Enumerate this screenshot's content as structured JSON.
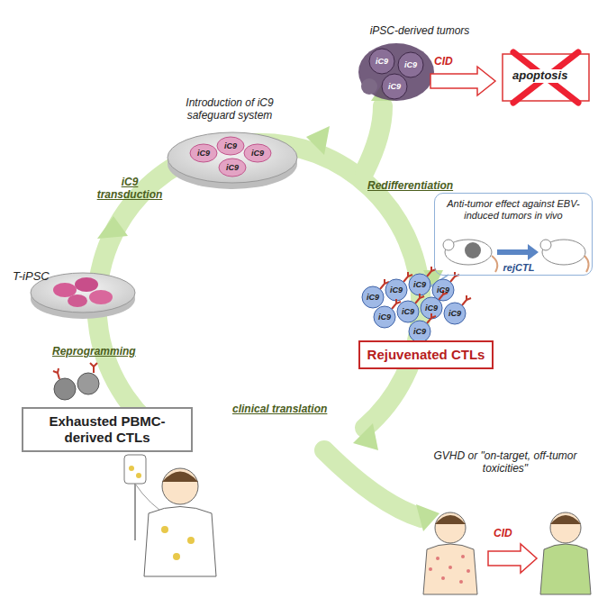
{
  "diagram": {
    "nodes": [
      {
        "text": [
          "Exhausted PBMC-derived CTLs"
        ]
      },
      {
        "text": [
          "Rejuvenated CTLs"
        ]
      },
      {
        "text": [
          "Anti-tumor effect against EBV-induced tumors in vivo",
          "rejCTL"
        ]
      }
    ],
    "labels": [
      "Introduction of iC9 safeguard system",
      "iC9 transduction",
      "T-iPSC",
      "Reprogramming",
      "iPSC-derived tumors",
      "CID",
      "apoptosis",
      "Redifferentiation",
      "clinical translation",
      "GVHD or \"on-target, off-tumor toxicities\"",
      "CID",
      "iC9",
      "iC9",
      "iC9",
      "iC9",
      "iC9",
      "iC9",
      "iC9",
      "iC9",
      "iC9",
      "iC9",
      "iC9",
      "iC9",
      "iC9",
      "iC9",
      "iC9",
      "iC9"
    ]
  }
}
